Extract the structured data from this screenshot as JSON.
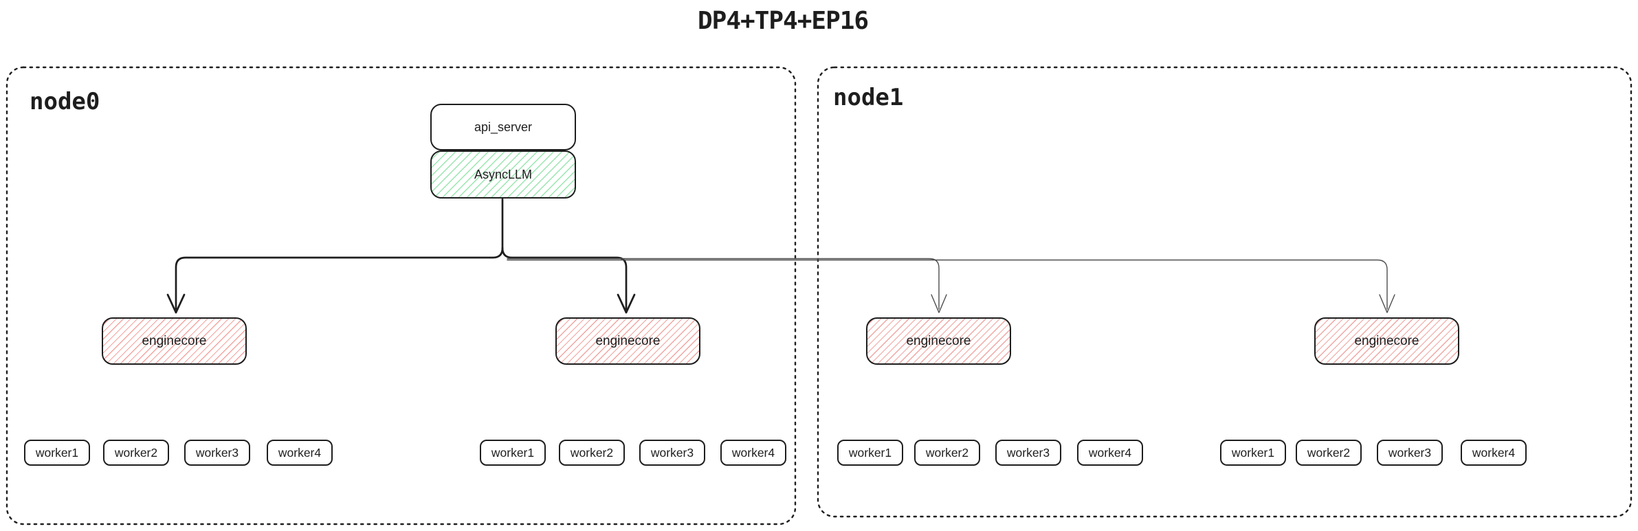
{
  "title": "DP4+TP4+EP16",
  "colors": {
    "stroke": "#1e1e1e",
    "green_hatch": "#9ae6b0",
    "red_hatch": "#f2a6a2",
    "thin_arrow": "#4d4d4d"
  },
  "nodes": [
    {
      "label": "node0",
      "api_server_label": "api_server",
      "async_llm_label": "AsyncLLM",
      "groups": [
        {
          "enginecore_label": "enginecore",
          "workers": [
            "worker1",
            "worker2",
            "worker3",
            "worker4"
          ]
        },
        {
          "enginecore_label": "enginecore",
          "workers": [
            "worker1",
            "worker2",
            "worker3",
            "worker4"
          ]
        }
      ]
    },
    {
      "label": "node1",
      "groups": [
        {
          "enginecore_label": "enginecore",
          "workers": [
            "worker1",
            "worker2",
            "worker3",
            "worker4"
          ]
        },
        {
          "enginecore_label": "enginecore",
          "workers": [
            "worker1",
            "worker2",
            "worker3",
            "worker4"
          ]
        }
      ]
    }
  ]
}
